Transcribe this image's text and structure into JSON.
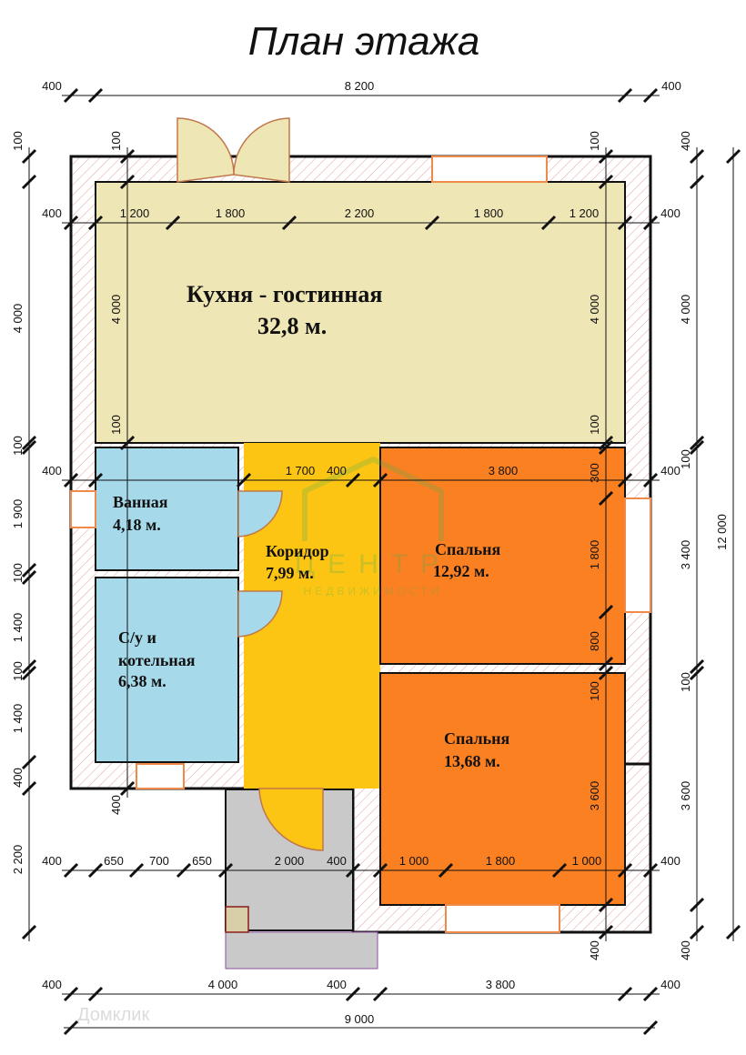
{
  "title": "План этажа",
  "rooms": [
    {
      "name": "Кухня - гостинная",
      "area": "32,8 м."
    },
    {
      "name": "Ванная",
      "area": "4,18 м."
    },
    {
      "name": "Коридор",
      "area": "7,99 м."
    },
    {
      "name": "Спальня",
      "area": "12,92 м."
    },
    {
      "name": "С/у и",
      "name2": "котельная",
      "area": "6,38 м."
    },
    {
      "name": "Спальня",
      "area": "13,68 м."
    }
  ],
  "colors": {
    "kitchen": "#efe6b6",
    "bath": "#a6d9e9",
    "corridor": "#fdc513",
    "bedroom": "#fb8021",
    "porch": "#c9c9c9"
  },
  "dimensions": {
    "top": [
      "400",
      "8 200",
      "400"
    ],
    "row2": [
      "400",
      "1 200",
      "1 800",
      "2 200",
      "1 800",
      "1 200",
      "400"
    ],
    "row3": [
      "400",
      "1 700",
      "400",
      "3 800",
      "400"
    ],
    "row4": [
      "400",
      "650",
      "700",
      "650",
      "2 000",
      "400",
      "1 000",
      "1 800",
      "1 000",
      "400"
    ],
    "bottom": [
      "400",
      "4 000",
      "400",
      "3 800",
      "400"
    ],
    "total_width": "9 000",
    "left_outer": [
      "100",
      "4 000",
      "100",
      "1 900",
      "100",
      "1 400",
      "100",
      "1 400",
      "400",
      "2 200"
    ],
    "left_inner": [
      "100",
      "4 000",
      "100",
      "400"
    ],
    "right_inner": [
      "100",
      "4 000",
      "100",
      "300",
      "1 800",
      "800",
      "100",
      "3 600",
      "400"
    ],
    "right_outer": [
      "400",
      "4 000",
      "100",
      "3 400",
      "100",
      "3 600",
      "400"
    ],
    "total_height": "12 000"
  },
  "watermark": {
    "top": "ЦЕНТР",
    "bottom": "НЕДВИЖИМОСТИ",
    "brand": "Домклик"
  }
}
